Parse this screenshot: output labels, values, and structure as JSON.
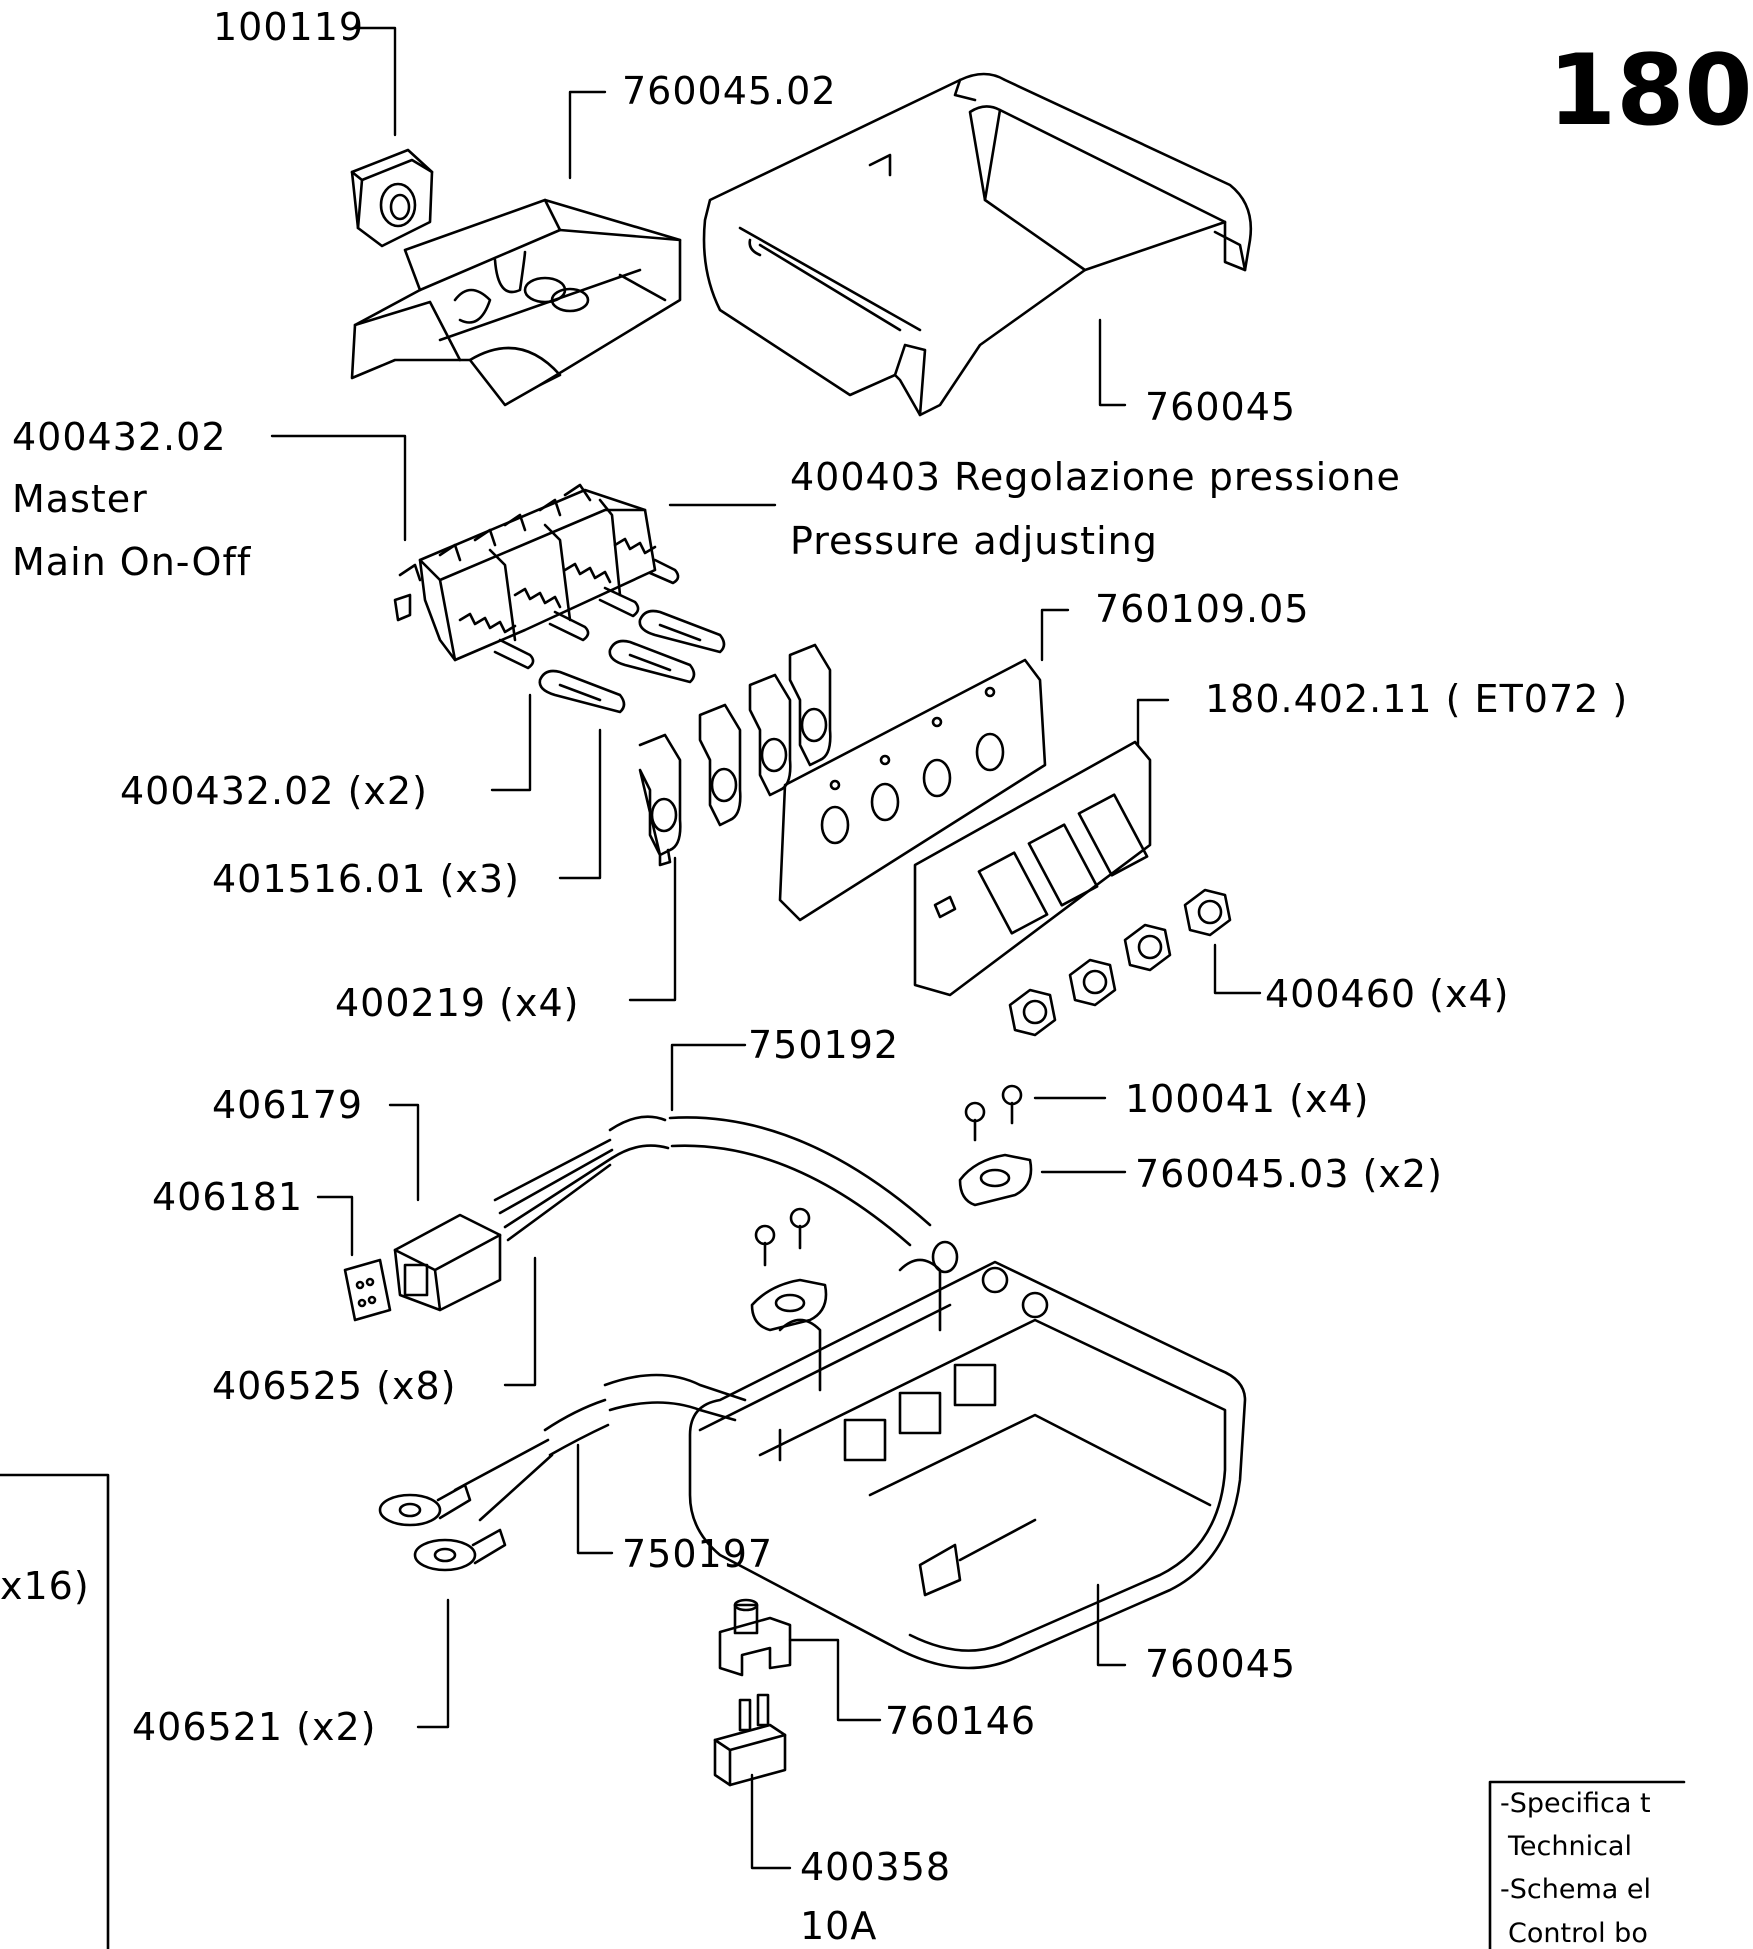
{
  "title": "180",
  "labels": {
    "p100119": "100119",
    "p760045_02": "760045.02",
    "p760045_top": "760045",
    "p400432_02": "400432.02",
    "master": "Master",
    "main_on_off": "Main On-Off",
    "p400403": "400403 Regolazione pressione",
    "pressure_adjusting": "Pressure adjusting",
    "p760109_05": "760109.05",
    "p180_402_11": "180.402.11 ( ET072 )",
    "p400432_02_x2": "400432.02 (x2)",
    "p401516_01_x3": "401516.01 (x3)",
    "p400219_x4": "400219 (x4)",
    "p400460_x4": "400460 (x4)",
    "p750192": "750192",
    "p406179": "406179",
    "p100041_x4": "100041 (x4)",
    "p760045_03_x2": "760045.03 (x2)",
    "p406181": "406181",
    "p406525_x8": "406525 (x8)",
    "p750197": "750197",
    "p760045_bottom": "760045",
    "p406521_x2": "406521 (x2)",
    "p760146": "760146",
    "p400358": "400358",
    "p400358_rating": "10A",
    "side_x16": "x16)"
  },
  "notes": {
    "specifica": "-Specifica t",
    "technical": "Technical",
    "schema": "-Schema el",
    "control": "Control bo"
  }
}
